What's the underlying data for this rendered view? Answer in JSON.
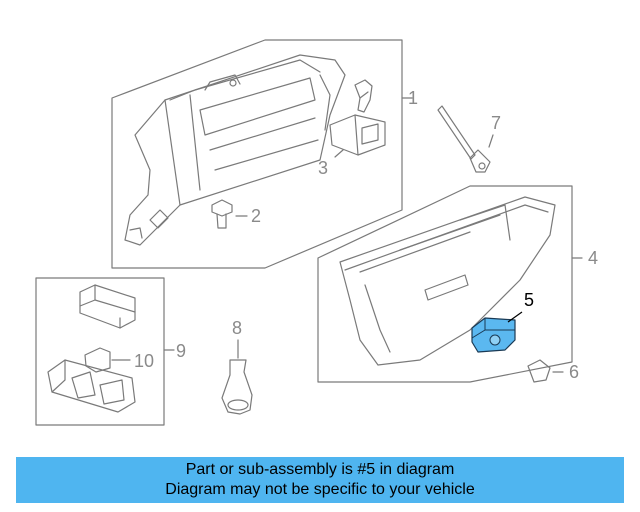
{
  "callouts": {
    "c1": "1",
    "c2": "2",
    "c3": "3",
    "c4": "4",
    "c5": "5",
    "c6": "6",
    "c7": "7",
    "c8": "8",
    "c9": "9",
    "c10": "10"
  },
  "banner": {
    "line1": "Part or sub-assembly is #5 in diagram",
    "line2": "Diagram may not be specific to your vehicle"
  },
  "colors": {
    "line": "#7a7a7a",
    "highlight_part": "#5bb8f0",
    "banner_bg": "#4fb5f0"
  }
}
